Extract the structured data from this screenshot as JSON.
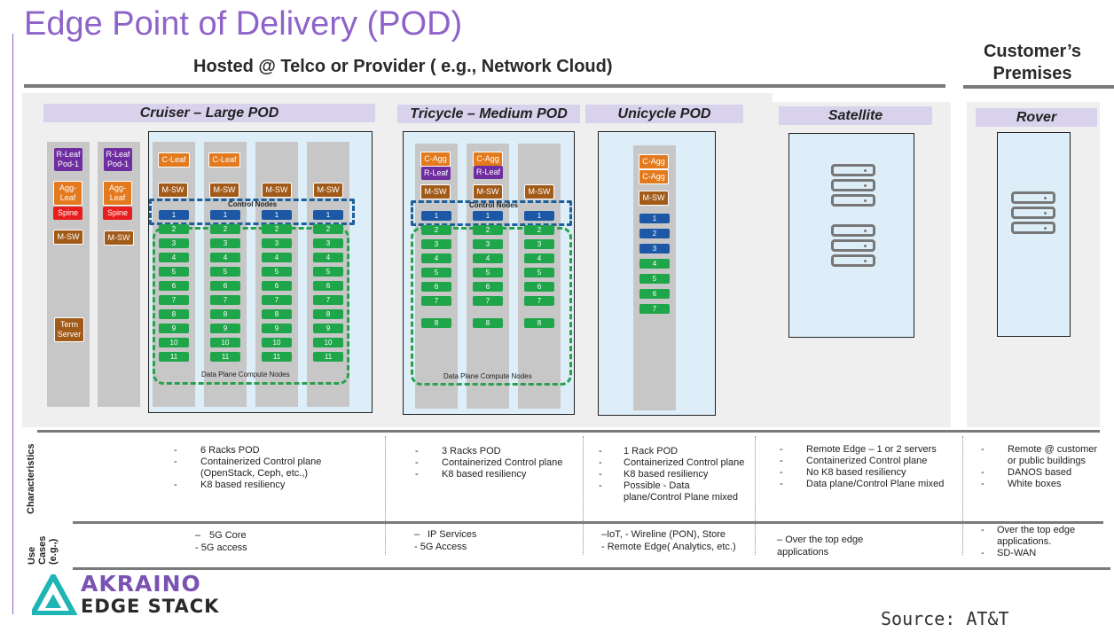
{
  "title": "Edge Point of Delivery (POD)",
  "hosted_header": "Hosted @ Telco or Provider ( e.g., Network Cloud)",
  "customer_header": "Customer’s Premises",
  "sections": {
    "cruiser": "Cruiser – Large POD",
    "tricycle": "Tricycle – Medium POD",
    "unicycle": "Unicycle POD",
    "satellite": "Satellite",
    "rover": "Rover"
  },
  "labels": {
    "rleaf_pod1": "R-Leaf Pod-1",
    "agg_leaf": "Agg-Leaf",
    "spine": "Spine",
    "msw": "M-SW",
    "term_server": "Term Server",
    "cleaf": "C-Leaf",
    "cagg": "C-Agg",
    "rleaf": "R-Leaf",
    "control_nodes": "Control Nodes",
    "data_plane": "Data Plane Compute Nodes"
  },
  "numbers_11": [
    "1",
    "2",
    "3",
    "4",
    "5",
    "6",
    "7",
    "8",
    "9",
    "10",
    "11"
  ],
  "numbers_8": [
    "1",
    "2",
    "3",
    "4",
    "5",
    "6",
    "7",
    "8"
  ],
  "numbers_7": [
    "1",
    "2",
    "3",
    "4",
    "5",
    "6",
    "7"
  ],
  "row_labels": {
    "characteristics": "Characteristics",
    "use_cases": "Use Cases (e.g.,)"
  },
  "characteristics": {
    "cruiser": [
      "6 Racks POD",
      "Containerized Control plane (OpenStack, Ceph, etc.,)",
      "K8 based resiliency"
    ],
    "tricycle": [
      "3 Racks POD",
      "Containerized Control plane",
      "K8 based resiliency"
    ],
    "unicycle": [
      "1 Rack POD",
      "Containerized Control plane",
      "K8 based resiliency",
      "Possible - Data plane/Control Plane mixed"
    ],
    "satellite": [
      "Remote Edge – 1 or 2 servers",
      "Containerized Control plane",
      "No K8 based resiliency",
      "Data plane/Control Plane mixed"
    ],
    "rover": [
      "Remote @ customer or public buildings",
      "DANOS based",
      "White boxes"
    ]
  },
  "use_cases": {
    "cruiser": [
      "5G Core",
      "- 5G access"
    ],
    "tricycle": [
      "IP Services",
      "- 5G Access"
    ],
    "unicycle": [
      "IoT, - Wireline (PON), Store",
      "- Remote Edge( Analytics, etc.)"
    ],
    "satellite": [
      "Over the top edge",
      "applications"
    ],
    "rover": [
      "Over the top edge applications.",
      "SD-WAN"
    ]
  },
  "logo": {
    "line1": "AKRAINO",
    "line2": "EDGE STACK"
  },
  "source": "Source: AT&T",
  "colors": {
    "title_purple": "#8e63c9",
    "section_header": "#d9d2ec",
    "rack_gray": "#c7c7c7",
    "zone_blue": "#ddeef8",
    "tag_purple": "#6f2ea0",
    "tag_orange": "#e37a1e",
    "tag_red": "#e81e1e",
    "tag_brown": "#a15a18",
    "node_blue": "#1c58a6",
    "node_green": "#20a64a",
    "logo_purple": "#7a52b3",
    "logo_teal": "#1fb5b5"
  }
}
